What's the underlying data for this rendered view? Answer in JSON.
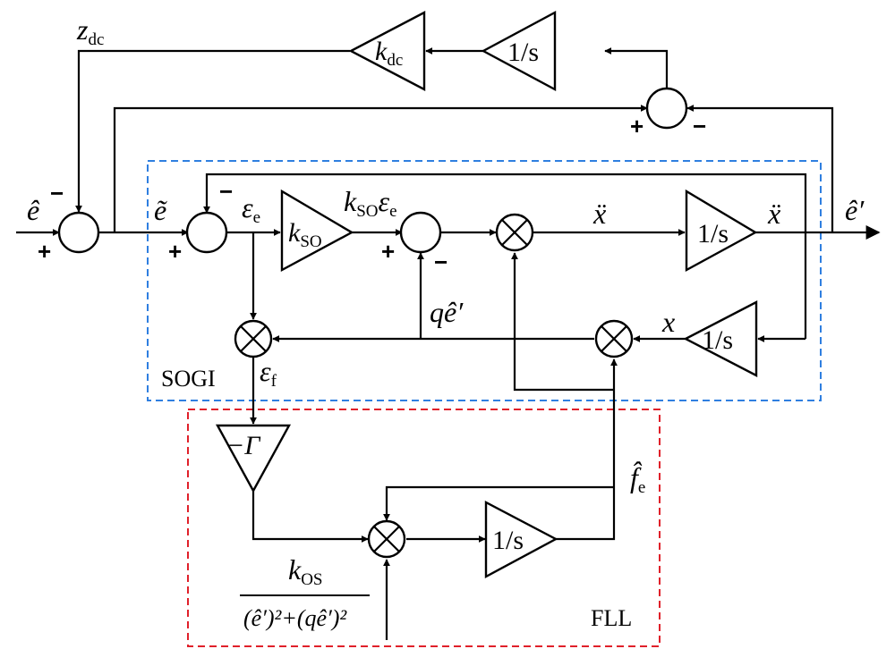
{
  "blocks": {
    "sogi_label": "SOGI",
    "fll_label": "FLL"
  },
  "gains": {
    "k_dc": "k",
    "k_dc_sub": "dc",
    "integrator": "1/s",
    "k_so": "k",
    "k_so_sub": "SO",
    "gamma": "−Γ"
  },
  "signals": {
    "z_dc": "z",
    "z_dc_sub": "dc",
    "e_hat": "ê",
    "e_tilde": "ẽ",
    "eps_e": "ε",
    "eps_e_sub": "e",
    "kso_eps": "k",
    "kso_eps_sub1": "SO",
    "kso_eps_eps": "ε",
    "kso_eps_sub2": "e",
    "x_dd": "ẍ",
    "e_prime_hat": "ê′",
    "q_e_prime": "qê′",
    "x": "x",
    "eps_f": "ε",
    "eps_f_sub": "f",
    "f_hat": "f̂",
    "f_hat_sub": "e",
    "k_os": "k",
    "k_os_sub": "OS",
    "denominator": "(ê′)²+(qê′)²"
  },
  "signs": {
    "plus": "+",
    "minus": "−"
  }
}
